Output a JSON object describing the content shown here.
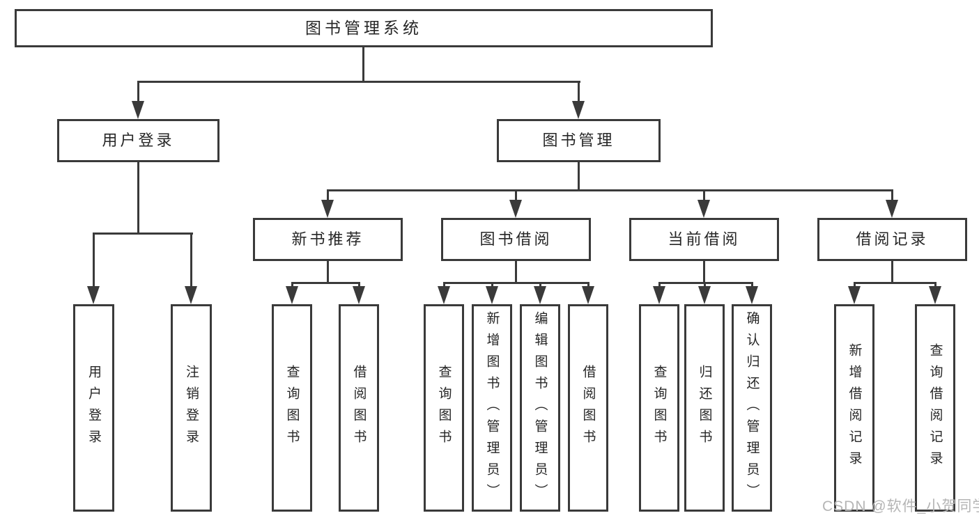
{
  "colors": {
    "background": "#ffffff",
    "line": "#3a3a3a",
    "text": "#262626",
    "watermark": "#b5b5b5"
  },
  "watermark": {
    "text": "CSDN @软件_小贺同学"
  },
  "tree": {
    "label": "图书管理系统",
    "children": [
      {
        "label": "用户登录",
        "children": [
          {
            "label": "用户登录"
          },
          {
            "label": "注销登录"
          }
        ]
      },
      {
        "label": "图书管理",
        "children": [
          {
            "label": "新书推荐",
            "children": [
              {
                "label": "查询图书"
              },
              {
                "label": "借阅图书"
              }
            ]
          },
          {
            "label": "图书借阅",
            "children": [
              {
                "label": "查询图书"
              },
              {
                "label": "新增图书（管理员）"
              },
              {
                "label": "编辑图书（管理员）"
              },
              {
                "label": "借阅图书"
              }
            ]
          },
          {
            "label": "当前借阅",
            "children": [
              {
                "label": "查询图书"
              },
              {
                "label": "归还图书"
              },
              {
                "label": "确认归还（管理员）"
              }
            ]
          },
          {
            "label": "借阅记录",
            "children": [
              {
                "label": "新增借阅记录"
              },
              {
                "label": "查询借阅记录"
              }
            ]
          }
        ]
      }
    ]
  }
}
